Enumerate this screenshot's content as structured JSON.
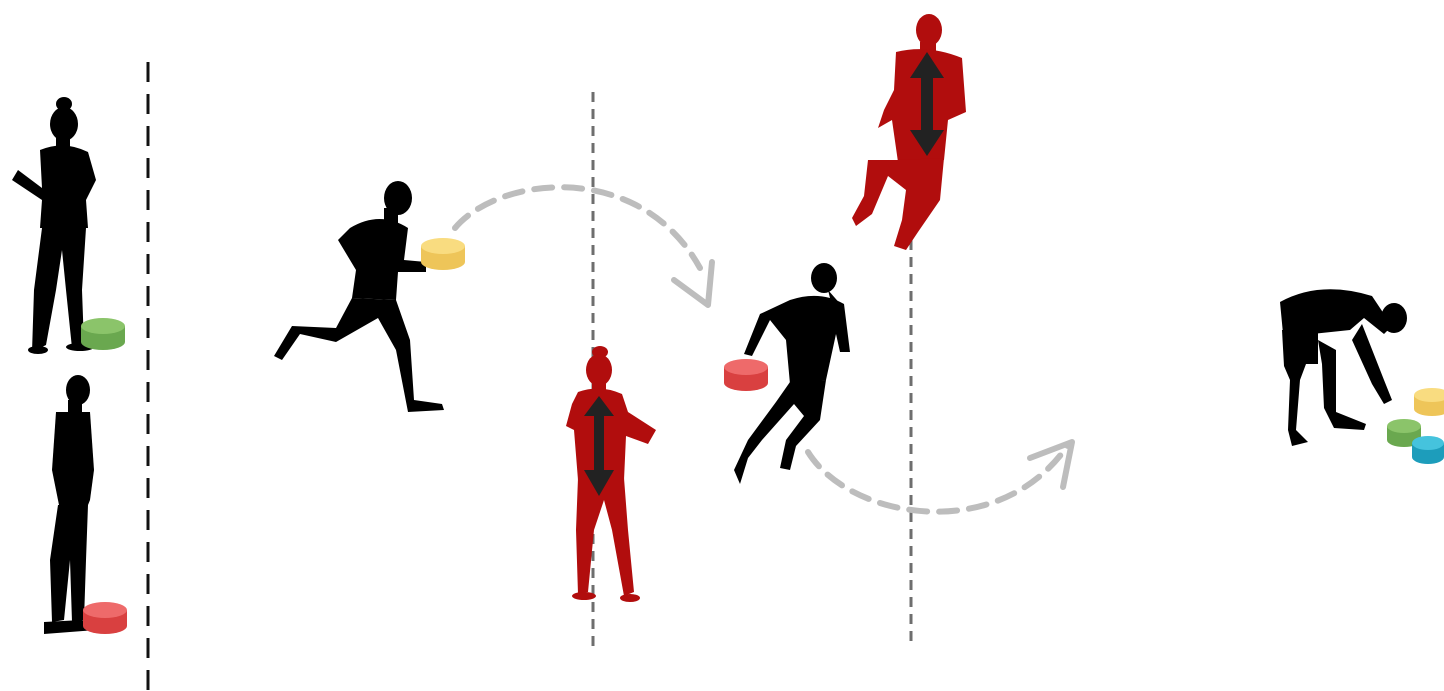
{
  "colors": {
    "background": "#ffffff",
    "player": "#000000",
    "defender": "#b10d0d",
    "line_dark": "#111111",
    "line_grey": "#6e6e6e",
    "path_arrow": "#bdbdbd",
    "vertical_arrow": "#222222"
  },
  "figures": [
    {
      "name": "waiting-player-1",
      "role": "player",
      "pose": "standing-hands-on-hips",
      "color": "player",
      "carrying": "green-disc"
    },
    {
      "name": "waiting-player-2",
      "role": "player",
      "pose": "standing-side-view",
      "color": "player",
      "carrying": "red-disc"
    },
    {
      "name": "runner-with-yellow-disc",
      "role": "player",
      "pose": "running",
      "color": "player",
      "carrying": "yellow-disc"
    },
    {
      "name": "defender-1",
      "role": "defender",
      "pose": "standing-hands-on-hips",
      "color": "defender",
      "movement": "up-down"
    },
    {
      "name": "defender-2",
      "role": "defender",
      "pose": "jumping",
      "color": "defender",
      "movement": "up-down"
    },
    {
      "name": "runner-with-red-disc",
      "role": "player",
      "pose": "running",
      "color": "player",
      "carrying": "red-disc"
    },
    {
      "name": "collector",
      "role": "player",
      "pose": "bending-to-pick-up",
      "color": "player"
    }
  ],
  "discs": [
    {
      "name": "green-disc",
      "color": "#7cb85a"
    },
    {
      "name": "red-disc",
      "color": "#e35555"
    },
    {
      "name": "yellow-disc",
      "color": "#f5d36a"
    },
    {
      "name": "blue-disc",
      "color": "#2bb3d0"
    }
  ],
  "icons": [
    "dashed-curved-arrow-icon",
    "double-headed-arrow-icon"
  ]
}
